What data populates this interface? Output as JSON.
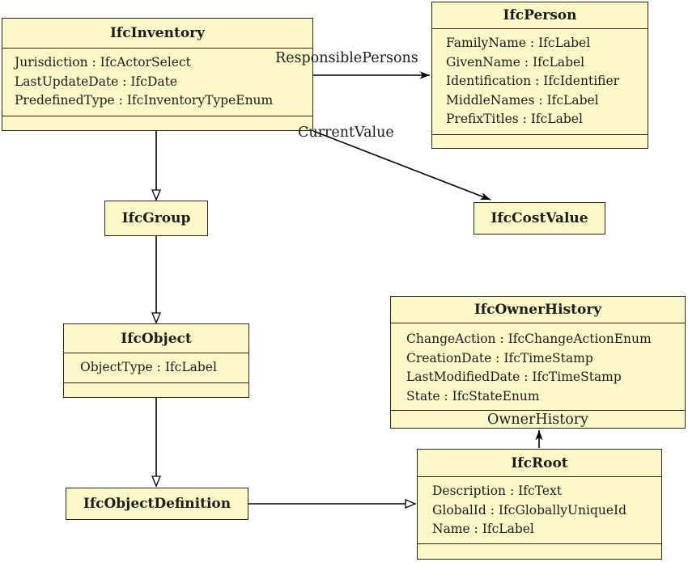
{
  "colors": {
    "background": "#ffffff",
    "box_fill": "#fcf8c8",
    "box_border": "#25251b",
    "line": "#000000",
    "text": "#1c1c1c"
  },
  "classes": [
    {
      "name": "IfcInventory",
      "attributes": [
        "Jurisdiction : IfcActorSelect",
        "LastUpdateDate : IfcDate",
        "PredefinedType : IfcInventoryTypeEnum"
      ]
    },
    {
      "name": "IfcPerson",
      "attributes": [
        "FamilyName : IfcLabel",
        "GivenName : IfcLabel",
        "Identification : IfcIdentifier",
        "MiddleNames : IfcLabel",
        "PrefixTitles : IfcLabel"
      ]
    },
    {
      "name": "IfcGroup",
      "attributes": []
    },
    {
      "name": "IfcCostValue",
      "attributes": []
    },
    {
      "name": "IfcObject",
      "attributes": [
        "ObjectType : IfcLabel"
      ]
    },
    {
      "name": "IfcOwnerHistory",
      "attributes": [
        "ChangeAction : IfcChangeActionEnum",
        "CreationDate : IfcTimeStamp",
        "LastModifiedDate : IfcTimeStamp",
        "State : IfcStateEnum"
      ]
    },
    {
      "name": "IfcObjectDefinition",
      "attributes": []
    },
    {
      "name": "IfcRoot",
      "attributes": [
        "Description : IfcText",
        "GlobalId : IfcGloballyUniqueId",
        "Name : IfcLabel"
      ]
    }
  ],
  "relationships": [
    {
      "from": "IfcInventory",
      "to": "IfcGroup",
      "type": "generalization",
      "label": ""
    },
    {
      "from": "IfcGroup",
      "to": "IfcObject",
      "type": "generalization",
      "label": ""
    },
    {
      "from": "IfcObject",
      "to": "IfcObjectDefinition",
      "type": "generalization",
      "label": ""
    },
    {
      "from": "IfcObjectDefinition",
      "to": "IfcRoot",
      "type": "generalization",
      "label": ""
    },
    {
      "from": "IfcInventory",
      "to": "IfcPerson",
      "type": "association",
      "label": "ResponsiblePersons"
    },
    {
      "from": "IfcInventory",
      "to": "IfcCostValue",
      "type": "association",
      "label": "CurrentValue"
    },
    {
      "from": "IfcRoot",
      "to": "IfcOwnerHistory",
      "type": "association",
      "label": "OwnerHistory"
    }
  ]
}
